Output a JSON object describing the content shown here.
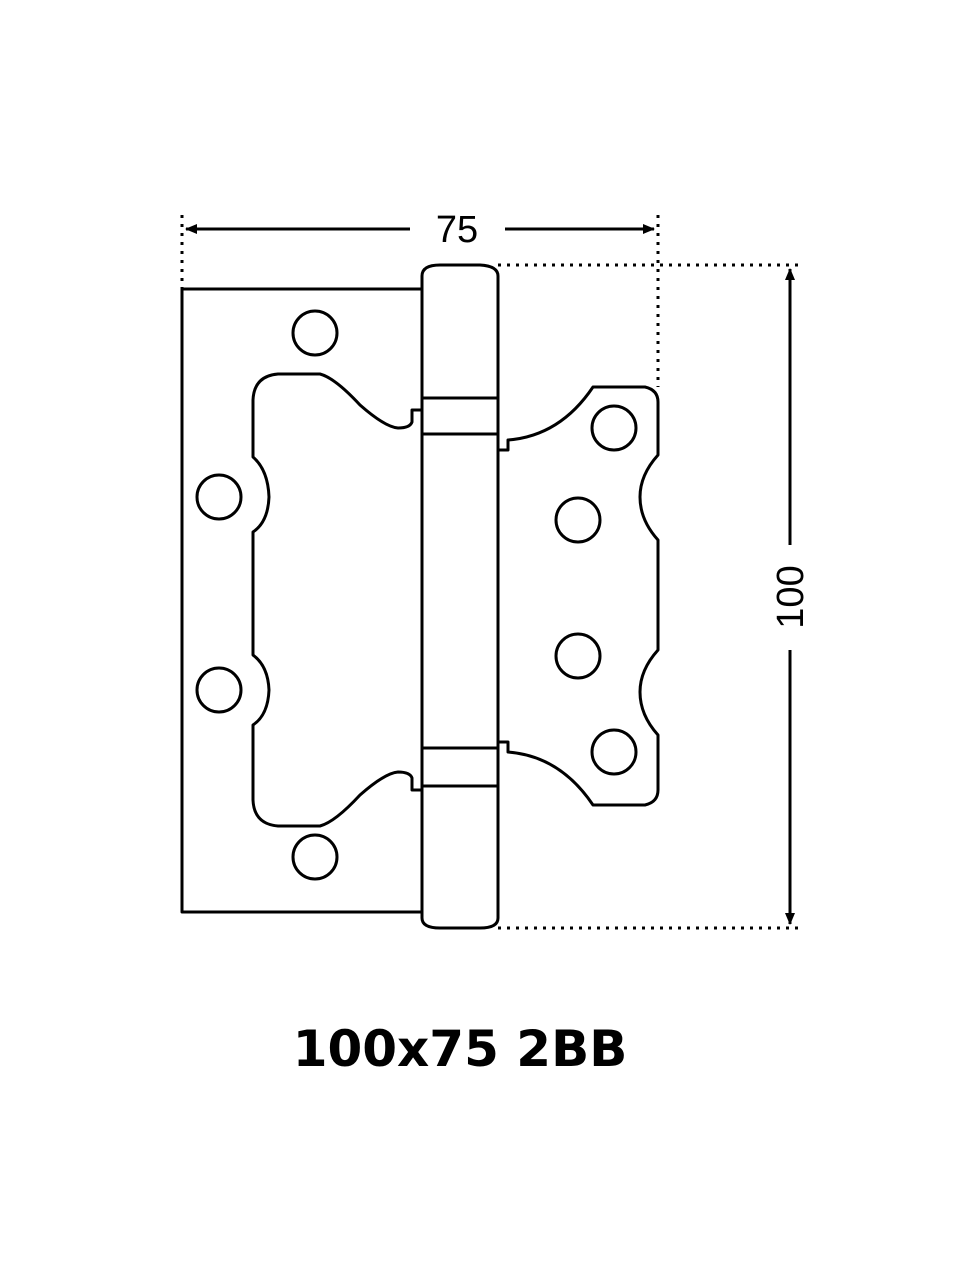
{
  "dimensions": {
    "width_label": "75",
    "height_label": "100"
  },
  "product": {
    "title": "100x75 2BB"
  }
}
